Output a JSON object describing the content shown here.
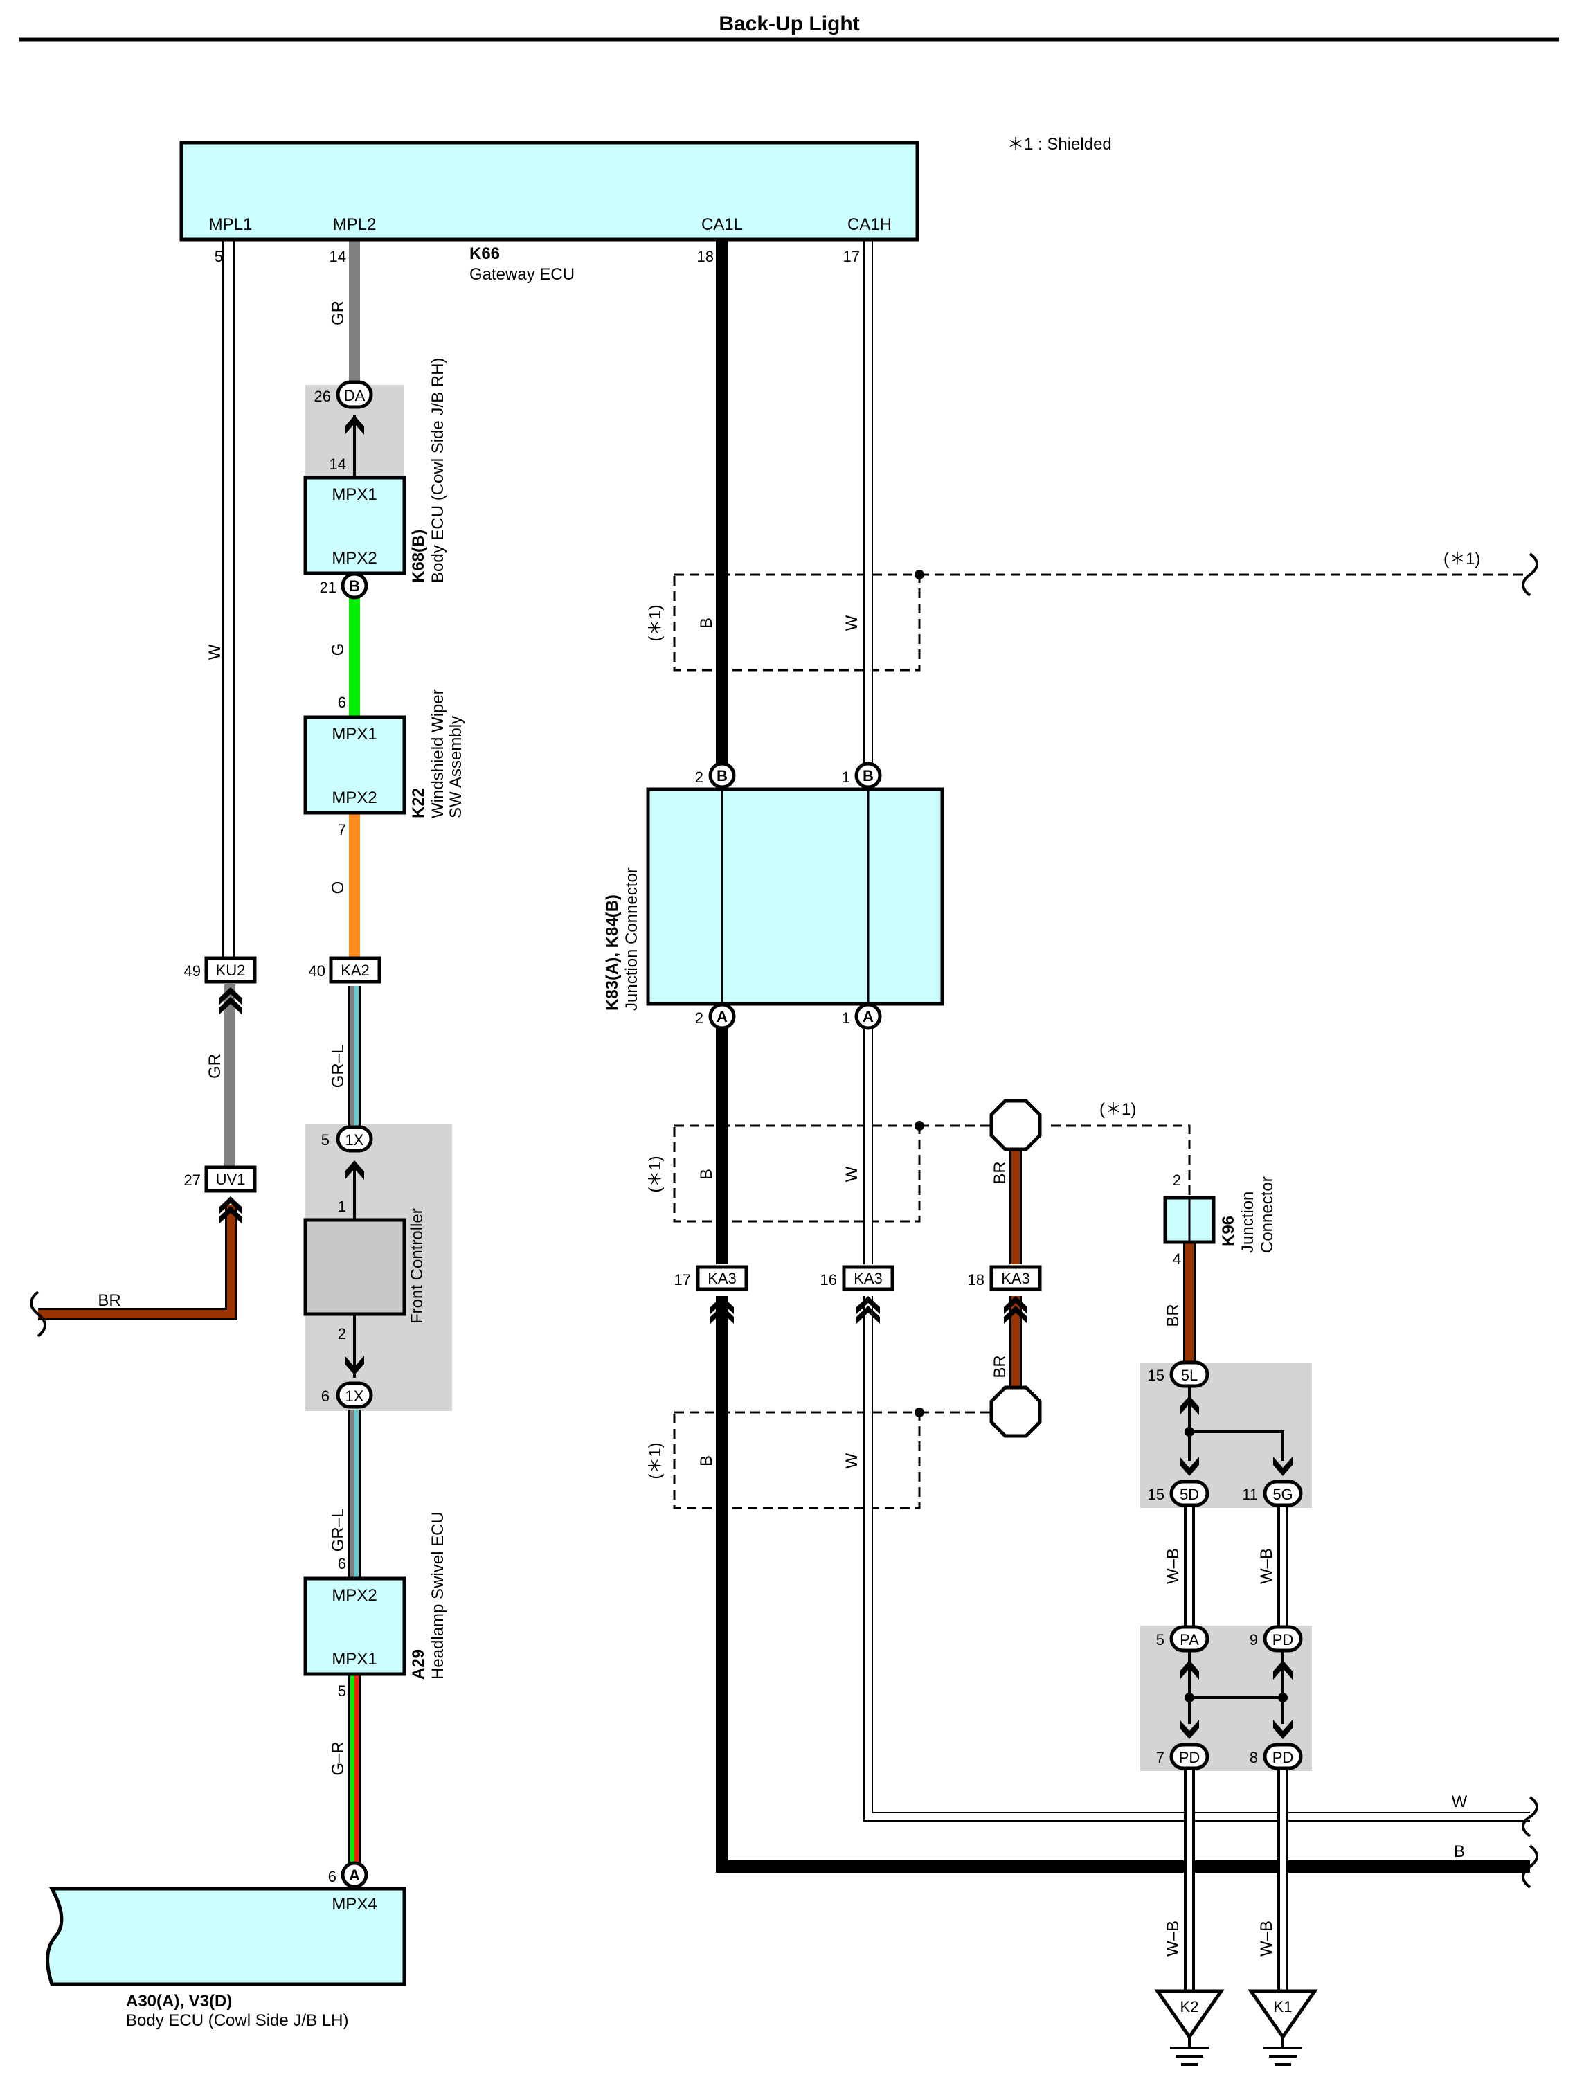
{
  "title": "Back-Up Light",
  "note": "＊1 : Shielded",
  "shield_mark": "(＊1)",
  "colors": {
    "ecu_fill": "#ccffff",
    "ground_box": "#d4d4d4",
    "wire_gray": "#808080",
    "wire_brown": "#993300",
    "wire_green": "#00ee00",
    "wire_orange": "#ff8c1a",
    "wire_light_blue": "#66cccc",
    "wire_red": "#ff2200"
  },
  "components": {
    "k66": {
      "code": "K66",
      "name": "Gateway ECU",
      "pins": [
        {
          "name": "MPL1",
          "num": "5"
        },
        {
          "name": "MPL2",
          "num": "14"
        },
        {
          "name": "CA1L",
          "num": "18"
        },
        {
          "name": "CA1H",
          "num": "17"
        }
      ]
    },
    "k68": {
      "code": "K68(B)",
      "name": "Body ECU (Cowl Side J/B RH)",
      "pin_top": "MPX1",
      "pin_bottom": "MPX2",
      "num_top": "14",
      "num_bottom": "21",
      "conn_bottom": "B",
      "jb_num": "26",
      "jb_conn": "DA"
    },
    "k22": {
      "code": "K22",
      "name_line1": "Windshield Wiper",
      "name_line2": "SW Assembly",
      "pin_top": "MPX1",
      "pin_bottom": "MPX2",
      "num_top": "6",
      "num_bottom": "7"
    },
    "front_controller": {
      "name": "Front Controller",
      "num_top": "1",
      "num_bottom": "2",
      "conn_top_num": "5",
      "conn_bottom_num": "6",
      "conn": "1X"
    },
    "a29": {
      "code": "A29",
      "name": "Headlamp Swivel ECU",
      "pin_top": "MPX2",
      "pin_bottom": "MPX1",
      "num_top": "6",
      "num_bottom": "5"
    },
    "a30": {
      "code": "A30(A), V3(D)",
      "name": "Body ECU (Cowl Side J/B LH)",
      "pin": "MPX4",
      "num": "6",
      "conn": "A"
    },
    "k83": {
      "code": "K83(A), K84(B)",
      "name": "Junction Connector",
      "top_pins": [
        {
          "num": "2",
          "conn": "B"
        },
        {
          "num": "1",
          "conn": "B"
        }
      ],
      "bottom_pins": [
        {
          "num": "2",
          "conn": "A"
        },
        {
          "num": "1",
          "conn": "A"
        }
      ]
    },
    "k96": {
      "code": "K96",
      "name_line1": "Junction",
      "name_line2": "Connector",
      "num_top": "2",
      "num_bottom": "4"
    }
  },
  "connectors": [
    {
      "num": "49",
      "label": "KU2"
    },
    {
      "num": "27",
      "label": "UV1"
    },
    {
      "num": "40",
      "label": "KA2"
    },
    {
      "num": "17",
      "label": "KA3"
    },
    {
      "num": "16",
      "label": "KA3"
    },
    {
      "num": "18",
      "label": "KA3"
    }
  ],
  "junction_pins": [
    {
      "num": "15",
      "label": "5L"
    },
    {
      "num": "15",
      "label": "5D"
    },
    {
      "num": "11",
      "label": "5G"
    },
    {
      "num": "5",
      "label": "PA"
    },
    {
      "num": "9",
      "label": "PD"
    },
    {
      "num": "7",
      "label": "PD"
    },
    {
      "num": "8",
      "label": "PD"
    }
  ],
  "wire_colors": {
    "w": "W",
    "gr": "GR",
    "br": "BR",
    "g": "G",
    "o": "O",
    "gr_l": "GR–L",
    "g_r": "G–R",
    "b": "B",
    "w_b": "W–B"
  },
  "grounds": [
    "K2",
    "K1"
  ]
}
